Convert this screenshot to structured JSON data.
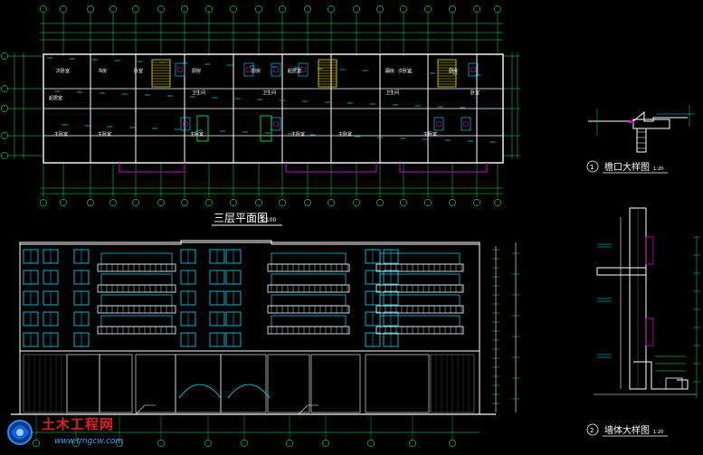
{
  "plan": {
    "title": "三层平面图",
    "scale": "1:100",
    "rooms": [
      {
        "label": "次卧室"
      },
      {
        "label": "书房"
      },
      {
        "label": "卧室"
      },
      {
        "label": "起居室"
      },
      {
        "label": "主卧室"
      },
      {
        "label": "主卧室"
      },
      {
        "label": "厨房"
      },
      {
        "label": "卫生间"
      },
      {
        "label": "厨房"
      },
      {
        "label": "卫生间"
      },
      {
        "label": "起居室"
      },
      {
        "label": "主卧室"
      },
      {
        "label": "厨房"
      },
      {
        "label": "卫生间"
      },
      {
        "label": "主卧室"
      },
      {
        "label": "卧室"
      },
      {
        "label": "次卧室"
      },
      {
        "label": "厨房"
      },
      {
        "label": "主卧室"
      },
      {
        "label": "主卧室"
      }
    ]
  },
  "details": {
    "eave": {
      "number": "1",
      "title": "檐口大样图",
      "scale": "1:20"
    },
    "wall": {
      "number": "2",
      "title": "墙体大样图",
      "scale": "1:20"
    }
  },
  "watermark": {
    "text": "土木工程网",
    "url": "www.tmgcw.com"
  },
  "colors": {
    "background": "#000000",
    "wall": "#ffffff",
    "axis": "#00e060",
    "dimension": "#00c8c8",
    "window": "#00e0ff",
    "balcony": "#d000d0",
    "stair": "#f0e000",
    "label": "#ffffff"
  }
}
